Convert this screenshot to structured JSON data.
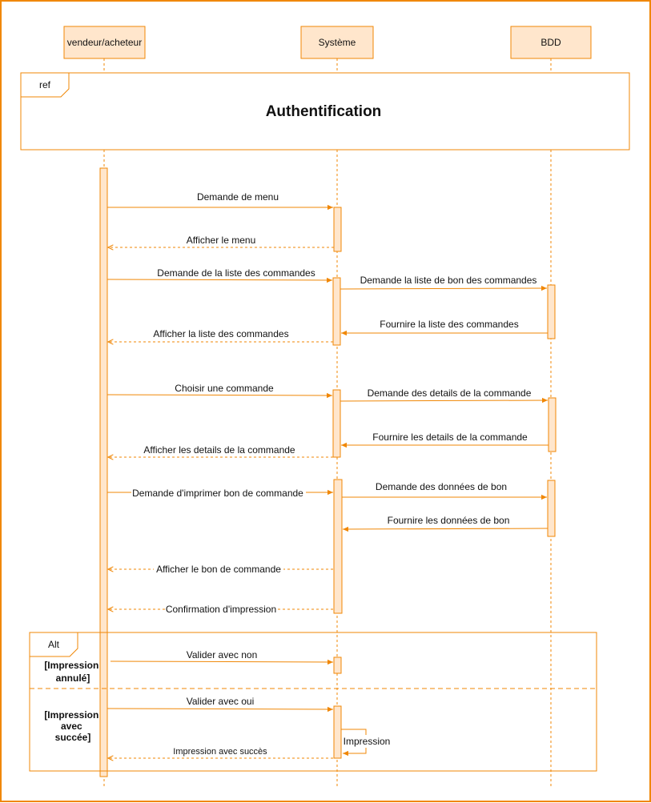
{
  "colors": {
    "stroke": "#f08705",
    "fill": "#ffe6cc",
    "text": "#111111",
    "background": "#ffffff"
  },
  "participants": {
    "vendeur": "vendeur/acheteur",
    "systeme": "Système",
    "bdd": "BDD"
  },
  "ref_frame": {
    "tag": "ref",
    "title": "Authentification"
  },
  "messages": {
    "m1": "Demande de menu",
    "m2": "Afficher le menu",
    "m3": "Demande de la liste des commandes",
    "m4": "Demande la liste de bon des commandes",
    "m5": "Fournire la liste des commandes",
    "m6": "Afficher la liste des commandes",
    "m7": "Choisir une commande",
    "m8": "Demande des details de la commande",
    "m9": "Fournire les details de la commande",
    "m10": "Afficher les details de la commande",
    "m11": "Demande d'imprimer bon de commande",
    "m12": "Demande des données de bon",
    "m13": "Fournire les données de bon",
    "m14": "Afficher le bon de commande",
    "m15": "Confirmation d'impression",
    "m16": "Valider avec non",
    "m17": "Valider avec oui",
    "m18": "Impression",
    "m19": "Impression avec succès"
  },
  "alt_frame": {
    "tag": "Alt",
    "guard1_line1": "[Impression",
    "guard1_line2": "annulé]",
    "guard2_line1": "[Impression",
    "guard2_line2": "avec",
    "guard2_line3": "succée]"
  }
}
